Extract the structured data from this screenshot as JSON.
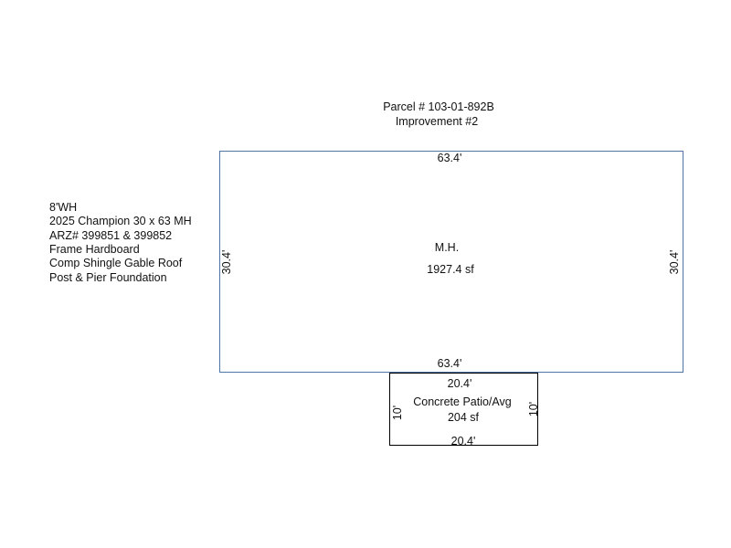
{
  "header": {
    "parcel": "Parcel # 103-01-892B",
    "improvement": "Improvement #2"
  },
  "notes": [
    "8'WH",
    "2025 Champion 30 x 63 MH",
    "ARZ# 399851 & 399852",
    "Frame Hardboard",
    "Comp Shingle Gable Roof",
    "Post & Pier Foundation"
  ],
  "main_area": {
    "label": "M.H.",
    "area": "1927.4 sf",
    "top": "63.4'",
    "bottom": "63.4'",
    "left": "30.4'",
    "right": "30.4'",
    "stroke_color": "#4f74a6"
  },
  "patio": {
    "label": "Concrete Patio/Avg",
    "area": "204 sf",
    "top": "20.4'",
    "bottom": "20.4'",
    "left": "10'",
    "right": "10'",
    "stroke_color": "#000000"
  }
}
